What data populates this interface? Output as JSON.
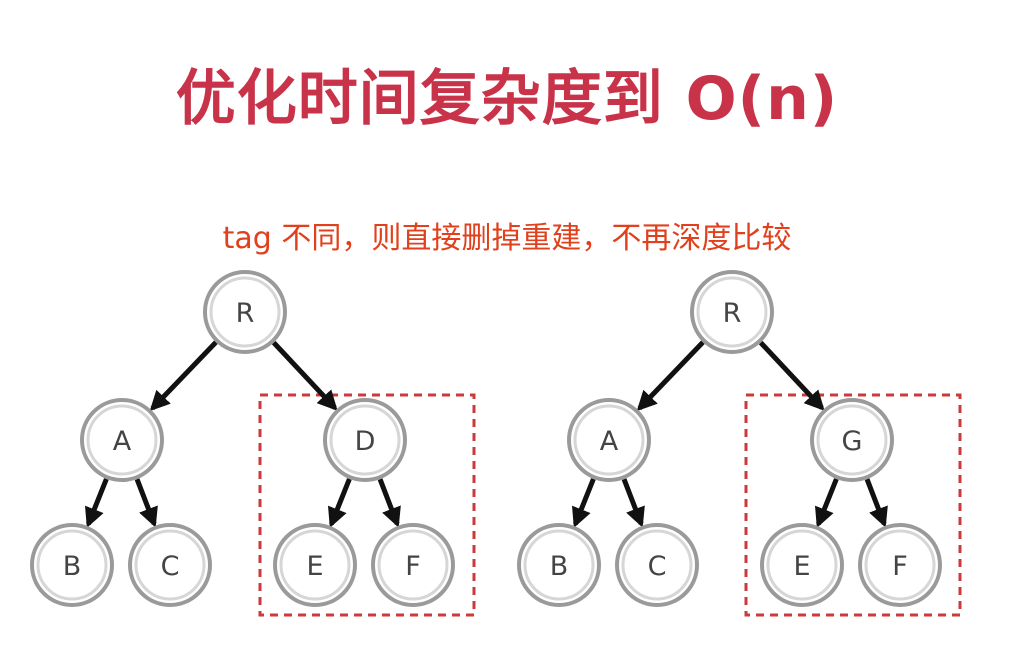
{
  "title": "优化时间复杂度到 O(n)",
  "subtitle": "tag 不同，则直接删掉重建，不再深度比较",
  "colors": {
    "title": "#c8334a",
    "subtitle": "#e0401b",
    "highlight_box": "#cc3a3a",
    "edge": "#111111",
    "node_border": "#9a9a9a"
  },
  "trees": [
    {
      "nodes": [
        {
          "id": "R",
          "label": "R"
        },
        {
          "id": "A",
          "label": "A"
        },
        {
          "id": "D",
          "label": "D"
        },
        {
          "id": "B",
          "label": "B"
        },
        {
          "id": "C",
          "label": "C"
        },
        {
          "id": "E",
          "label": "E"
        },
        {
          "id": "F",
          "label": "F"
        }
      ],
      "edges": [
        [
          "R",
          "A"
        ],
        [
          "R",
          "D"
        ],
        [
          "A",
          "B"
        ],
        [
          "A",
          "C"
        ],
        [
          "D",
          "E"
        ],
        [
          "D",
          "F"
        ]
      ],
      "highlighted_subtree": [
        "D",
        "E",
        "F"
      ]
    },
    {
      "nodes": [
        {
          "id": "R",
          "label": "R"
        },
        {
          "id": "A",
          "label": "A"
        },
        {
          "id": "G",
          "label": "G"
        },
        {
          "id": "B",
          "label": "B"
        },
        {
          "id": "C",
          "label": "C"
        },
        {
          "id": "E",
          "label": "E"
        },
        {
          "id": "F",
          "label": "F"
        }
      ],
      "edges": [
        [
          "R",
          "A"
        ],
        [
          "R",
          "G"
        ],
        [
          "A",
          "B"
        ],
        [
          "A",
          "C"
        ],
        [
          "G",
          "E"
        ],
        [
          "G",
          "F"
        ]
      ],
      "highlighted_subtree": [
        "G",
        "E",
        "F"
      ]
    }
  ]
}
